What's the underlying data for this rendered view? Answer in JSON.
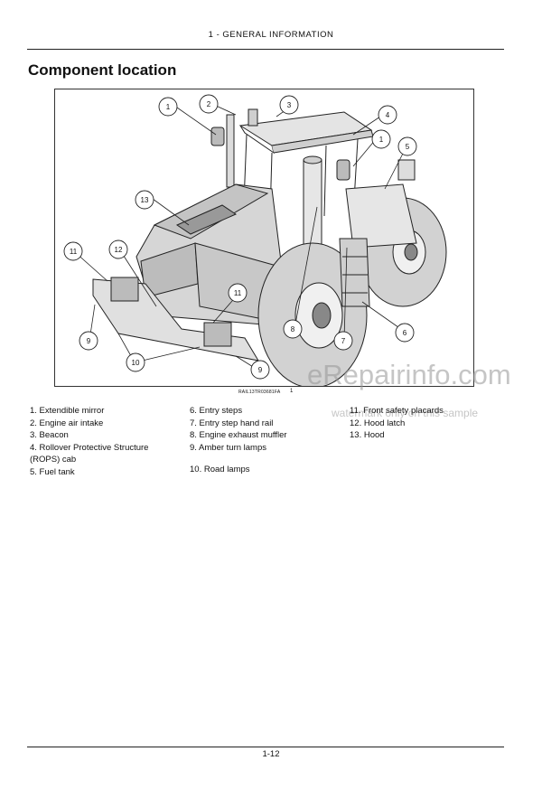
{
  "header": {
    "section": "1 - GENERAL INFORMATION"
  },
  "page_title": "Component location",
  "figure": {
    "code": "RAIL13TR03681FA",
    "number": "1",
    "callouts": [
      "1",
      "2",
      "3",
      "4",
      "1",
      "5",
      "13",
      "11",
      "12",
      "11",
      "8",
      "7",
      "6",
      "9",
      "10",
      "9"
    ]
  },
  "legend": {
    "col1": [
      "1. Extendible mirror",
      "2. Engine air intake",
      "3. Beacon",
      "4. Rollover Protective Structure (ROPS) cab",
      "5. Fuel tank"
    ],
    "col2": [
      "6. Entry steps",
      "7. Entry step hand rail",
      "8. Engine exhaust muffler",
      "9. Amber turn lamps",
      "10. Road lamps"
    ],
    "col3": [
      "11. Front safety placards",
      "12. Hood latch",
      "13. Hood"
    ]
  },
  "watermark": {
    "brand": "eRepairinfo.com",
    "note": "watermark only on this sample"
  },
  "footer": {
    "page": "1-12"
  }
}
